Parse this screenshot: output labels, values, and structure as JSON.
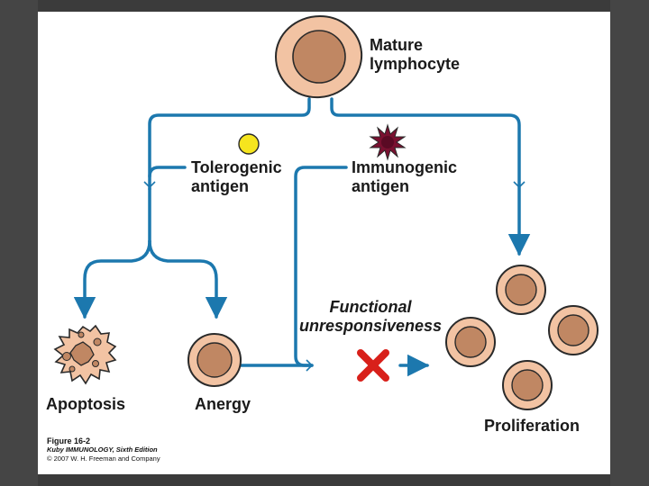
{
  "labels": {
    "mature": [
      "Mature",
      "lymphocyte"
    ],
    "tolerogenic": [
      "Tolerogenic",
      "antigen"
    ],
    "immunogenic": [
      "Immunogenic",
      "antigen"
    ],
    "functional": [
      "Functional",
      "unresponsiveness"
    ],
    "apoptosis": "Apoptosis",
    "anergy": "Anergy",
    "proliferation": "Proliferation"
  },
  "caption": {
    "figure": "Figure 16-2",
    "book": "Kuby IMMUNOLOGY, Sixth Edition",
    "copyright": "© 2007 W. H. Freeman and Company"
  },
  "colors": {
    "arrow": "#1c78ae",
    "cell_outer": "#f2c3a3",
    "cell_inner": "#c08763",
    "cell_outline": "#2a2a2a",
    "tolerogenic_antigen": "#f6e51e",
    "immunogenic_antigen": "#7a1030",
    "block_x": "#d8201a"
  }
}
